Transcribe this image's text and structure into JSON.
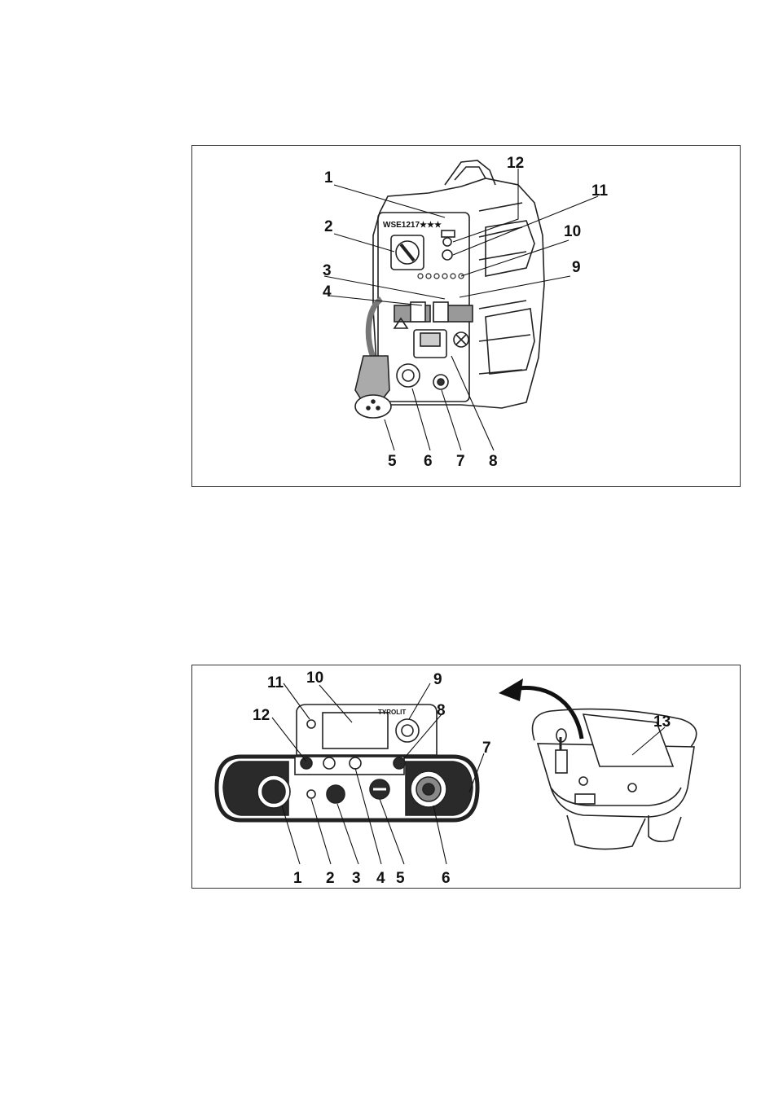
{
  "figure_top": {
    "device_model_label": "WSE1217★★★",
    "callouts": [
      "1",
      "2",
      "3",
      "4",
      "5",
      "6",
      "7",
      "8",
      "9",
      "10",
      "11",
      "12"
    ]
  },
  "figure_bottom": {
    "brand_label": "TYROLIT",
    "callouts": [
      "1",
      "2",
      "3",
      "4",
      "5",
      "6",
      "7",
      "8",
      "9",
      "10",
      "11",
      "12",
      "13"
    ]
  }
}
